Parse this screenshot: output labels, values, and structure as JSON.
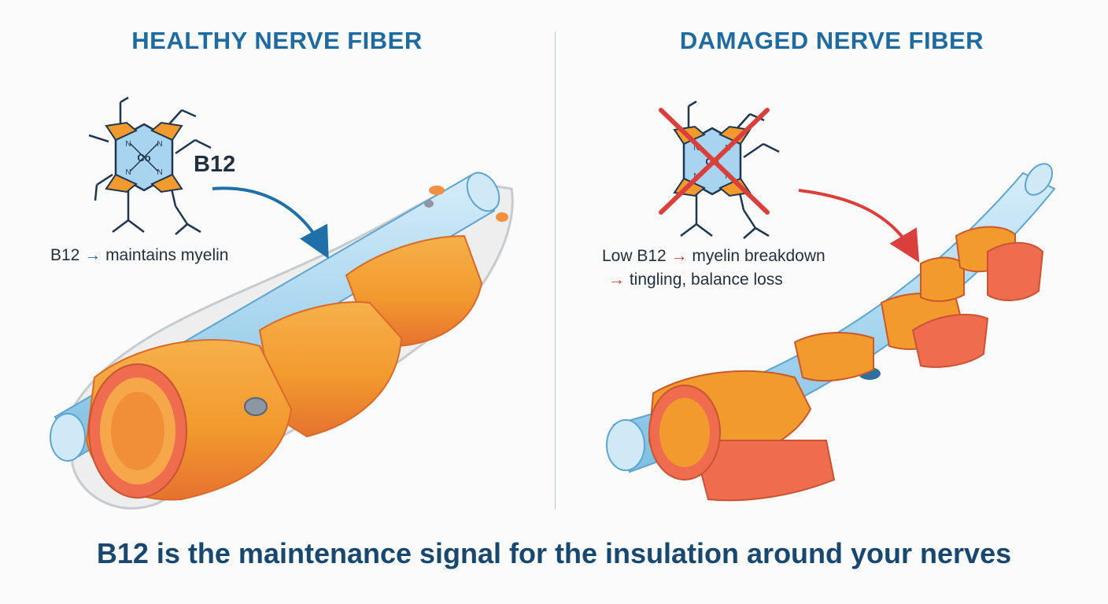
{
  "panels": {
    "healthy": {
      "title": "HEALTHY NERVE FIBER",
      "molecule_center": "Co",
      "molecule_n": "N",
      "molecule_tag": "B12",
      "caption_pre": "B12",
      "caption_post": "maintains myelin"
    },
    "damaged": {
      "title": "DAMAGED NERVE FIBER",
      "molecule_center": "Co",
      "molecule_n": "N",
      "caption_line1_pre": "Low B12",
      "caption_line1_post": "myelin breakdown",
      "caption_line2_post": "tingling, balance loss"
    }
  },
  "arrow_glyph": "→",
  "footer": "B12 is the maintenance signal for the insulation around your nerves",
  "colors": {
    "title": "#1f6a9e",
    "footer": "#18476f",
    "myelin": "#f29a2e",
    "myelin_dark": "#e5703d",
    "axon": "#a9d6ef",
    "arrow_blue": "#1f6fa8",
    "arrow_red": "#d9403c"
  },
  "icons": [
    "b12-molecule-icon",
    "cross-out-icon",
    "curved-arrow-icon"
  ]
}
